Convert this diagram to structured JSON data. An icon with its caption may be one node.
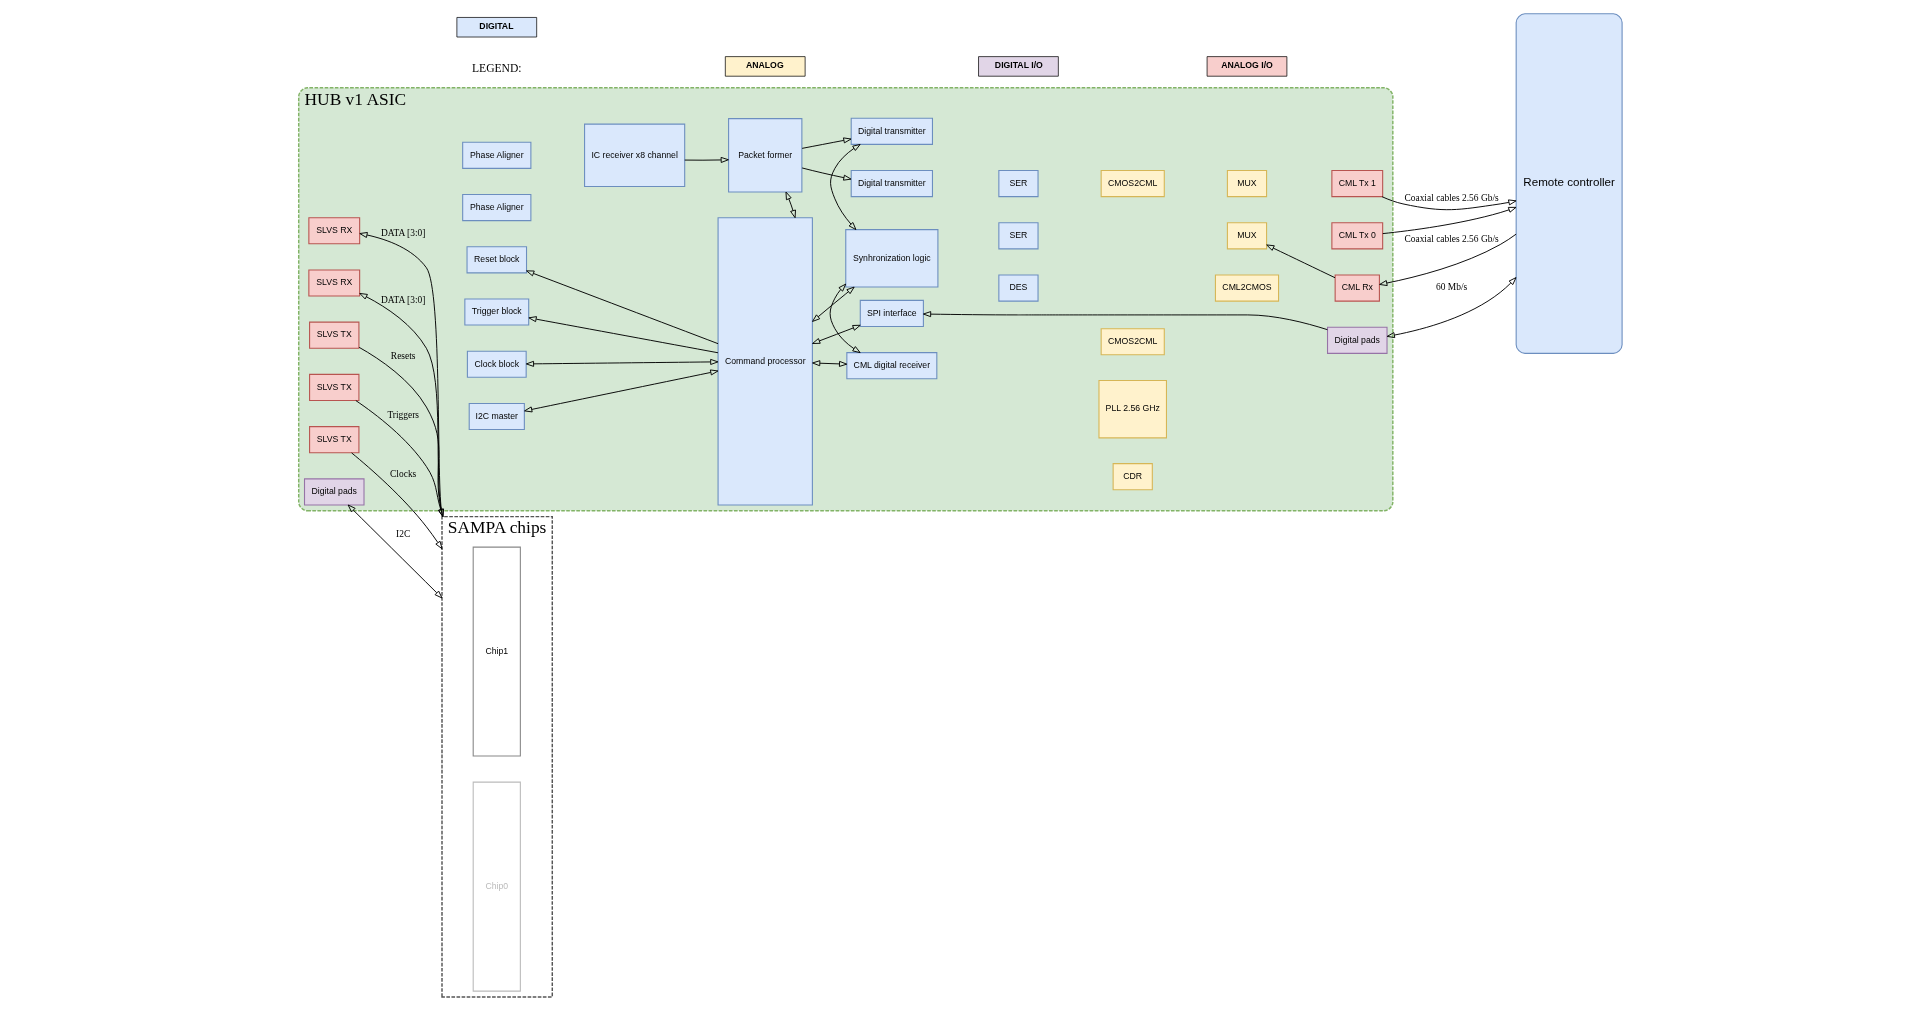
{
  "diagram": {
    "nodes": [
      {
        "text": [
          "HUB v1 ASIC"
        ]
      },
      {
        "text": [
          "SAMPA chips"
        ]
      },
      {
        "text": [
          "Chip1"
        ],
        "in": 1
      },
      {
        "text": [
          "Chip0"
        ],
        "in": 1
      },
      {
        "text": [
          "SLVS RX"
        ],
        "in": 0
      },
      {
        "text": [
          "Phase Aligner"
        ],
        "in": 0
      },
      {
        "text": [
          "SLVS RX"
        ],
        "in": 0
      },
      {
        "text": [
          "Phase Aligner"
        ],
        "in": 0
      },
      {
        "text": [
          "IC receiver x8 channel"
        ],
        "in": 0
      },
      {
        "text": [
          "Packet former"
        ],
        "in": 0
      },
      {
        "text": [
          "Command processor"
        ],
        "in": 0
      },
      {
        "text": [
          "Digital transmitter"
        ],
        "in": 0
      },
      {
        "text": [
          "SER"
        ],
        "in": 0
      },
      {
        "text": [
          "CMOS2CML"
        ],
        "in": 0
      },
      {
        "text": [
          "MUX"
        ],
        "in": 0
      },
      {
        "text": [
          "CML Tx 1"
        ],
        "in": 0
      },
      {
        "text": [
          "Digital transmitter"
        ],
        "in": 0
      },
      {
        "text": [
          "SER"
        ],
        "in": 0
      },
      {
        "text": [
          "CMOS2CML"
        ],
        "in": 0
      },
      {
        "text": [
          "MUX"
        ],
        "in": 0
      },
      {
        "text": [
          "CML Tx 0"
        ],
        "in": 0
      },
      {
        "text": [
          "SLVS TX"
        ],
        "in": 0
      },
      {
        "text": [
          "Reset block"
        ],
        "in": 0
      },
      {
        "text": [
          "SLVS TX"
        ],
        "in": 0
      },
      {
        "text": [
          "Trigger block"
        ],
        "in": 0
      },
      {
        "text": [
          "SLVS TX"
        ],
        "in": 0
      },
      {
        "text": [
          "Clock block"
        ],
        "in": 0
      },
      {
        "text": [
          "Digital pads"
        ],
        "in": 0
      },
      {
        "text": [
          "I2C master"
        ],
        "in": 0
      },
      {
        "text": [
          "Synhronization logic"
        ],
        "in": 0
      },
      {
        "text": [
          "PLL 2.56 GHz"
        ],
        "in": 0
      },
      {
        "text": [
          "CML digital receiver"
        ],
        "in": 0
      },
      {
        "text": [
          "DES"
        ],
        "in": 0
      },
      {
        "text": [
          "CDR"
        ],
        "in": 0
      },
      {
        "text": [
          "CML2CMOS"
        ],
        "in": 0
      },
      {
        "text": [
          "CML Rx"
        ],
        "in": 0
      },
      {
        "text": [
          "SPI interface"
        ],
        "in": 0
      },
      {
        "text": [
          "Digital pads"
        ],
        "in": 0
      },
      {
        "text": [
          "Remote controller"
        ]
      }
    ],
    "edges": [
      {
        "from": 1,
        "to": 4,
        "arrow": "to",
        "label": "DATA [3:0]"
      },
      {
        "from": 1,
        "to": 6,
        "arrow": "to",
        "label": "DATA [3:0]"
      },
      {
        "from": 8,
        "to": 9,
        "arrow": "to"
      },
      {
        "from": 9,
        "to": 11,
        "arrow": "to"
      },
      {
        "from": 9,
        "to": 16,
        "arrow": "to"
      },
      {
        "from": 15,
        "to": 38,
        "arrow": "to",
        "label": "Coaxial cables 2.56 Gb/s"
      },
      {
        "from": 20,
        "to": 38,
        "arrow": "to"
      },
      {
        "from": 9,
        "to": 10,
        "arrow": "both"
      },
      {
        "from": 16,
        "to": 29,
        "arrow": "both"
      },
      {
        "from": 10,
        "to": 22,
        "arrow": "to"
      },
      {
        "from": 21,
        "to": 1,
        "arrow": "to",
        "label": "Resets"
      },
      {
        "from": 10,
        "to": 29,
        "arrow": "both"
      },
      {
        "from": 10,
        "to": 24,
        "arrow": "to"
      },
      {
        "from": 23,
        "to": 1,
        "arrow": "to",
        "label": "Triggers"
      },
      {
        "from": 29,
        "to": 31,
        "arrow": "both"
      },
      {
        "from": 35,
        "to": 19,
        "arrow": "to"
      },
      {
        "from": 38,
        "to": 35,
        "arrow": "to",
        "label": "Coaxial cables 2.56 Gb/s"
      },
      {
        "from": 10,
        "to": 26,
        "arrow": "both"
      },
      {
        "from": 25,
        "to": 1,
        "arrow": "to",
        "label": "Clocks"
      },
      {
        "from": 10,
        "to": 31,
        "arrow": "both"
      },
      {
        "from": 10,
        "to": 28,
        "arrow": "both"
      },
      {
        "from": 27,
        "to": 1,
        "arrow": "both",
        "label": "I2C"
      },
      {
        "from": 10,
        "to": 36,
        "arrow": "both"
      },
      {
        "from": 37,
        "to": 36,
        "arrow": "to"
      },
      {
        "from": 37,
        "to": 38,
        "arrow": "both",
        "label": "60 Mb/s"
      }
    ],
    "labels": [
      "LEGEND:"
    ],
    "legend": [
      {
        "text": "DIGITAL",
        "color": "#dae8fc"
      },
      {
        "text": "ANALOG",
        "color": "#fff2cc"
      },
      {
        "text": "DIGITAL I/O",
        "color": "#e1d5e7"
      },
      {
        "text": "ANALOG I/O",
        "color": "#f8cecc"
      }
    ]
  }
}
